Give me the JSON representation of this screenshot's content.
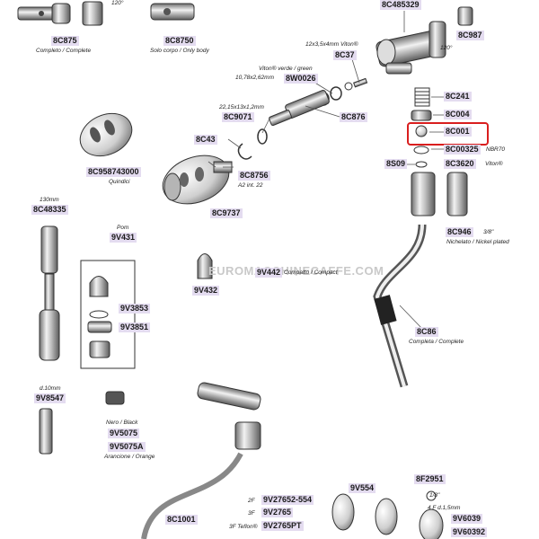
{
  "watermark": "EUROMACCHINECAFFE.COM",
  "highlight_color": "#d91e1e",
  "label_color": "#e4dcf0",
  "parts": {
    "p8C875": "8C875",
    "p8C8750": "8C8750",
    "p8C485329": "8C485329",
    "p8C987": "8C987",
    "p8C37": "8C37",
    "p8W0026": "8W0026",
    "p8C241": "8C241",
    "p8C9071": "8C9071",
    "p8C876": "8C876",
    "p8C004": "8C004",
    "p8C001": "8C001",
    "p8C00325": "8C00325",
    "p8C43": "8C43",
    "p8S09": "8S09",
    "p8C3620": "8C3620",
    "p8C958743000": "8C958743000",
    "p8C8756": "8C8756",
    "p8C9737": "8C9737",
    "p8C48335": "8C48335",
    "p9V431": "9V431",
    "p8C946": "8C946",
    "p9V442": "9V442",
    "p9V432": "9V432",
    "p9V3853": "9V3853",
    "p9V3851": "9V3851",
    "p8C86": "8C86",
    "p9V8547": "9V8547",
    "p9V5075": "9V5075",
    "p9V5075A": "9V5075A",
    "p8F2951": "8F2951",
    "p9V27652_554": "9V27652-554",
    "p9V554": "9V554",
    "p9V2765": "9V2765",
    "p9V2765PT": "9V2765PT",
    "p8C1001": "8C1001",
    "p9V6039": "9V6039",
    "p9V6039_2": "9V60392"
  },
  "captions": {
    "completo": "Completo / Complete",
    "solo_corpo": "Solo corpo / Only body",
    "angle_top": "120°",
    "angle_right": "120°",
    "vitori_small": "12x3,5x4mm Viton®",
    "viton_green": "Viton® verde / green",
    "viton_green_size": "10,78x2,62mm",
    "ring_size": "22,15x13x1,2mm",
    "nbr70": "NBR70",
    "viton": "Viton®",
    "quindici": "Quindici",
    "a2int": "A2 int. 22",
    "len130": "130mm",
    "pom": "Pom",
    "nichelato": "Nichelato / Nickel plated",
    "threeeighths": "3/8\"",
    "compatto": "Compatto / Compact",
    "completa": "Completa / Complete",
    "d10": "d.10mm",
    "nero": "Nero / Black",
    "arancione": "Arancione / Orange",
    "oneeighth": "1/8\"",
    "hole_2f": "2F",
    "hole_3f": "3F",
    "hole_3f_teflon": "3F Teflon®",
    "hole_4f": "4 F d.1,5mm"
  }
}
